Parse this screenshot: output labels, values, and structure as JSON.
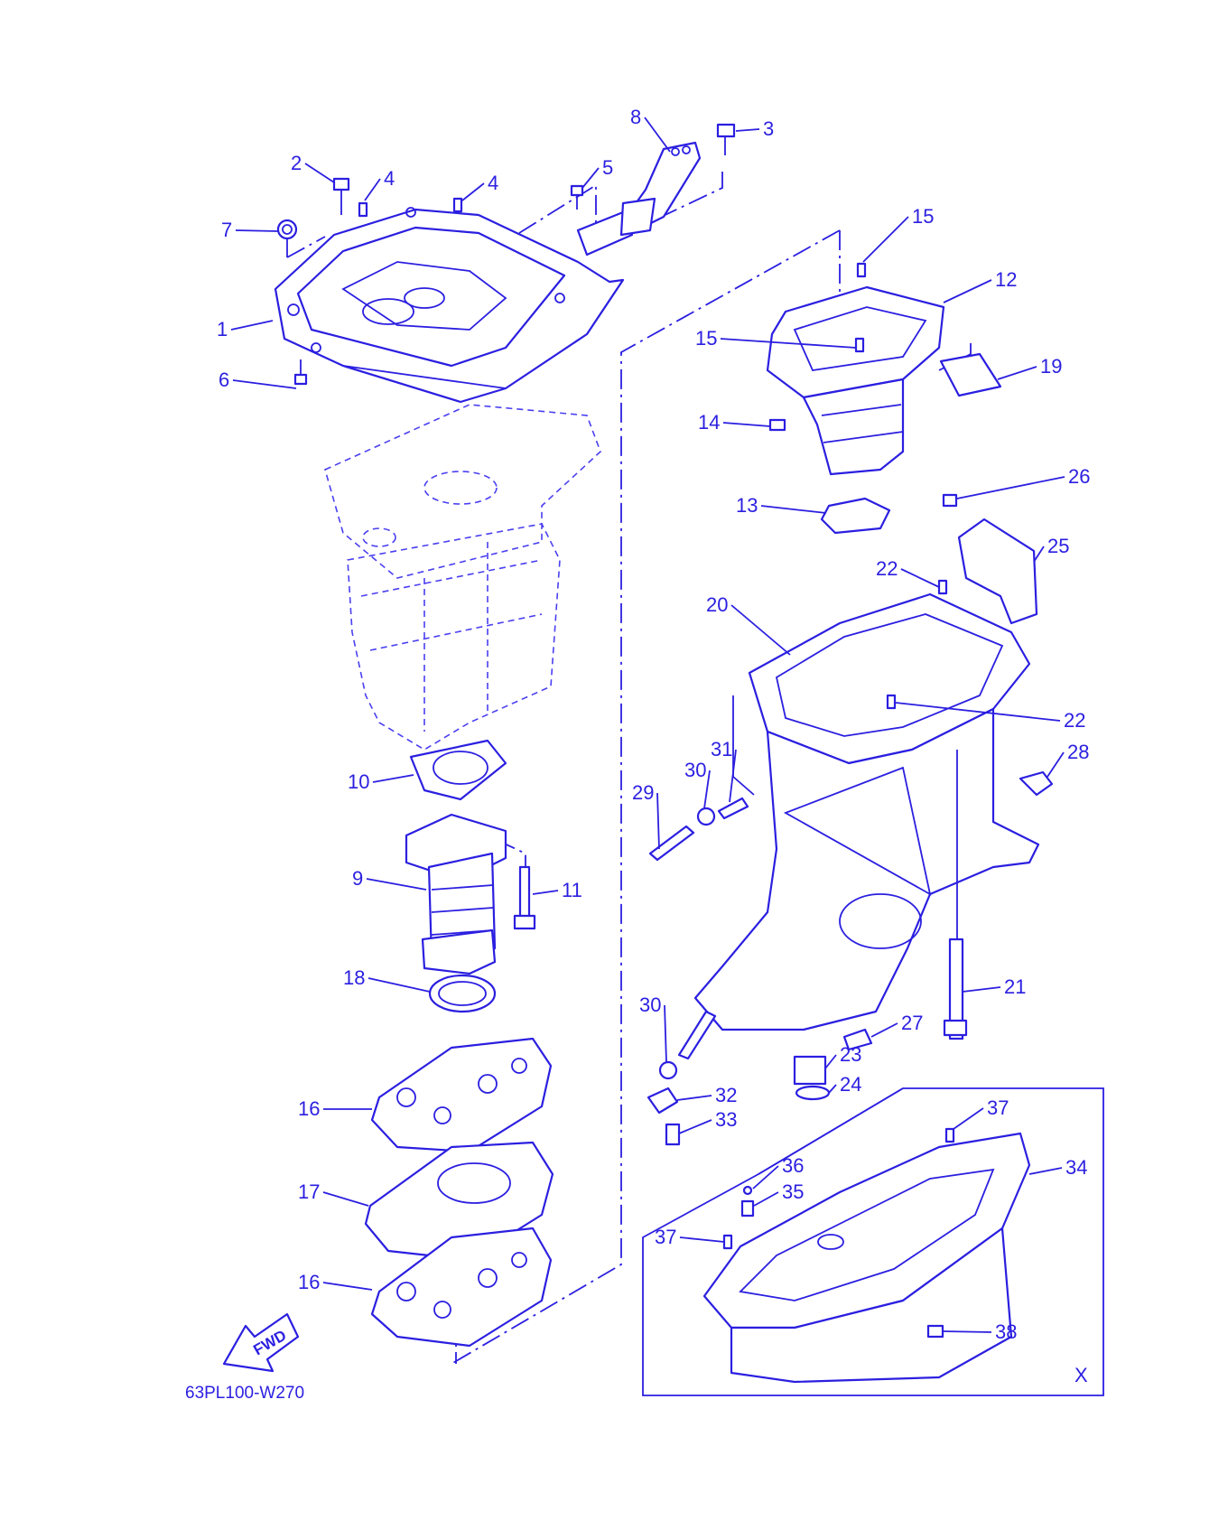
{
  "diagram_code": "63PL100-W270",
  "fwd_label": "FWD",
  "inset_marker": "X",
  "callouts": [
    {
      "id": "c1",
      "label": "1"
    },
    {
      "id": "c2",
      "label": "2"
    },
    {
      "id": "c3",
      "label": "3"
    },
    {
      "id": "c4a",
      "label": "4"
    },
    {
      "id": "c4b",
      "label": "4"
    },
    {
      "id": "c5",
      "label": "5"
    },
    {
      "id": "c6",
      "label": "6"
    },
    {
      "id": "c7",
      "label": "7"
    },
    {
      "id": "c8",
      "label": "8"
    },
    {
      "id": "c9",
      "label": "9"
    },
    {
      "id": "c10",
      "label": "10"
    },
    {
      "id": "c11",
      "label": "11"
    },
    {
      "id": "c12",
      "label": "12"
    },
    {
      "id": "c13",
      "label": "13"
    },
    {
      "id": "c14",
      "label": "14"
    },
    {
      "id": "c15a",
      "label": "15"
    },
    {
      "id": "c15b",
      "label": "15"
    },
    {
      "id": "c16a",
      "label": "16"
    },
    {
      "id": "c16b",
      "label": "16"
    },
    {
      "id": "c17",
      "label": "17"
    },
    {
      "id": "c18",
      "label": "18"
    },
    {
      "id": "c19",
      "label": "19"
    },
    {
      "id": "c20",
      "label": "20"
    },
    {
      "id": "c21",
      "label": "21"
    },
    {
      "id": "c22a",
      "label": "22"
    },
    {
      "id": "c22b",
      "label": "22"
    },
    {
      "id": "c23",
      "label": "23"
    },
    {
      "id": "c24",
      "label": "24"
    },
    {
      "id": "c25",
      "label": "25"
    },
    {
      "id": "c26",
      "label": "26"
    },
    {
      "id": "c27",
      "label": "27"
    },
    {
      "id": "c28",
      "label": "28"
    },
    {
      "id": "c29",
      "label": "29"
    },
    {
      "id": "c30a",
      "label": "30"
    },
    {
      "id": "c30b",
      "label": "30"
    },
    {
      "id": "c31",
      "label": "31"
    },
    {
      "id": "c32",
      "label": "32"
    },
    {
      "id": "c33",
      "label": "33"
    },
    {
      "id": "c34",
      "label": "34"
    },
    {
      "id": "c35",
      "label": "35"
    },
    {
      "id": "c36",
      "label": "36"
    },
    {
      "id": "c37a",
      "label": "37"
    },
    {
      "id": "c37b",
      "label": "37"
    },
    {
      "id": "c38",
      "label": "38"
    }
  ],
  "colors": {
    "ink": "#2b1fe0",
    "background": "#ffffff"
  }
}
